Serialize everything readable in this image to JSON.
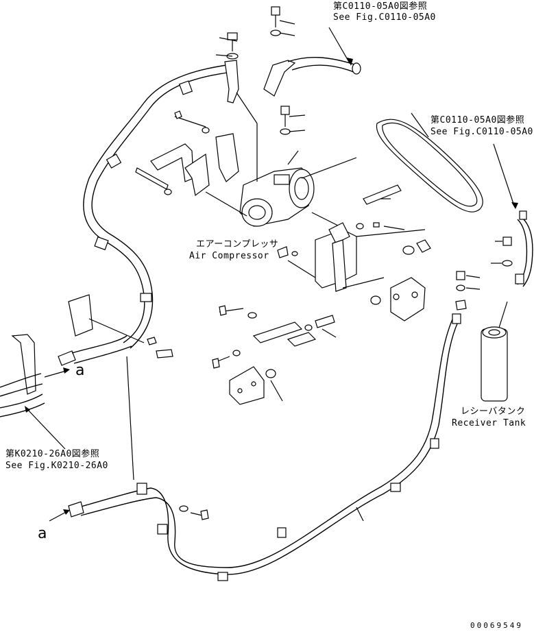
{
  "refs": {
    "top_right": {
      "jp": "第C0110-05A0図参照",
      "en": "See Fig.C0110-05A0"
    },
    "belt_ref": {
      "jp": "第C0110-05A0図参照",
      "en": "See Fig.C0110-05A0"
    },
    "left_ref": {
      "jp": "第K0210-26A0図参照",
      "en": "See Fig.K0210-26A0"
    }
  },
  "components": {
    "compressor": {
      "jp": "エアーコンプレッサ",
      "en": "Air Compressor"
    },
    "receiver": {
      "jp": "レシーバタンク",
      "en": "Receiver Tank"
    }
  },
  "markers": {
    "a_upper": "a",
    "a_lower": "a"
  },
  "part_number": "00069549"
}
